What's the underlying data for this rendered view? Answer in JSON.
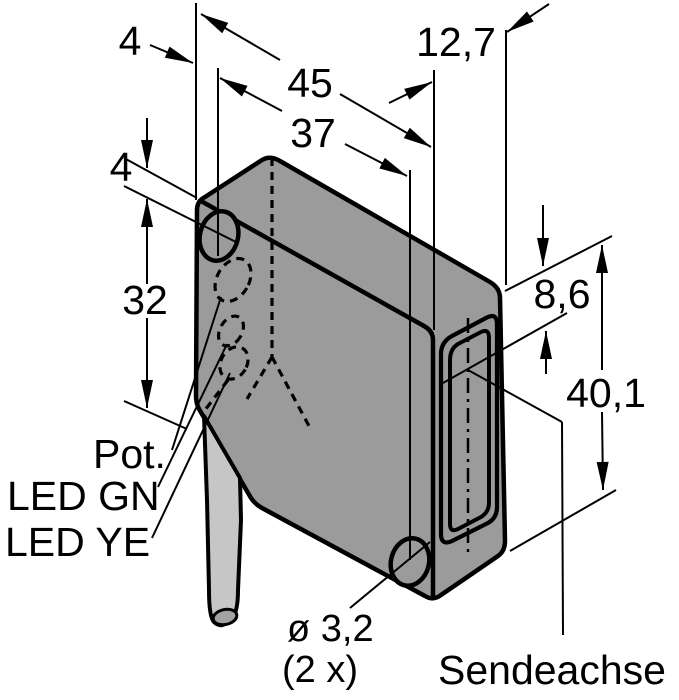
{
  "diagram": {
    "title": "sensor-dimension-drawing",
    "colors": {
      "background": "#ffffff",
      "body_gray": "#9b9b9b",
      "cable_gray": "#c6c6c6",
      "cable_core_gray": "#a3a3a3",
      "line_black": "#000000"
    },
    "dimensions": {
      "top_edge_offset": "4",
      "overall_width": "45",
      "hole_spacing": "37",
      "depth": "12,7",
      "side_edge_offset": "4",
      "hole_vertical_offset": "32",
      "axis_offset": "8,6",
      "overall_height": "40,1"
    },
    "labels": {
      "potentiometer": "Pot.",
      "led_green": "LED GN",
      "led_yellow": "LED YE",
      "hole_diameter": "ø 3,2",
      "hole_count": "(2 x)",
      "send_axis": "Sendeachse"
    }
  }
}
